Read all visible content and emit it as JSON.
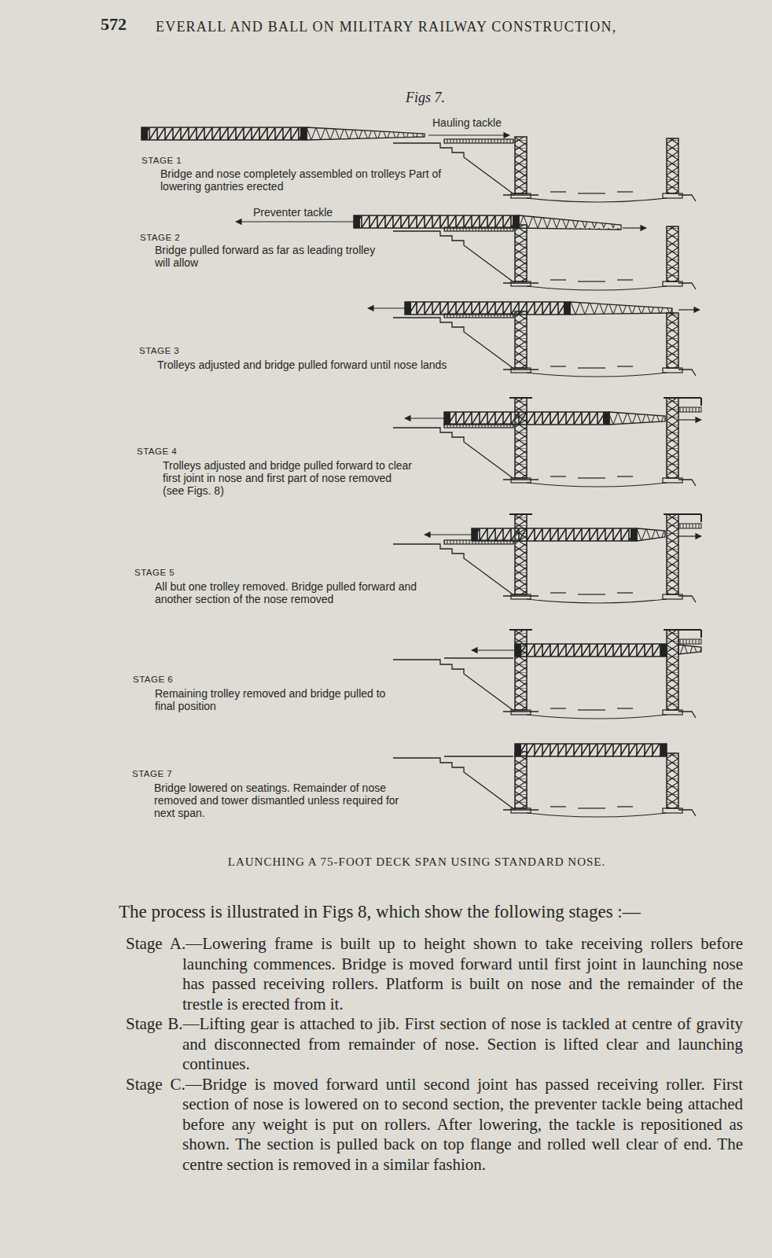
{
  "diagram": {
    "title": "EVERALL AND BALL ON MILITARY RAILWAY CONSTRUCTION,",
    "caption": "LAUNCHING A 75-FOOT DECK SPAN USING STANDARD NOSE.",
    "labels": [
      "572",
      "Figs 7.",
      "Hauling tackle",
      "STAGE 1",
      "Bridge and nose completely assembled on trolleys Part of lowering gantries erected",
      "Preventer tackle",
      "STAGE 2",
      "Bridge pulled forward as far as leading trolley will allow",
      "STAGE 3",
      "Trolleys adjusted and bridge pulled forward until nose lands",
      "STAGE 4",
      "Trolleys adjusted and bridge pulled forward to clear first joint in nose and first part of nose removed (see Figs. 8)",
      "STAGE 5",
      "All but one trolley removed. Bridge pulled forward and another section of the nose removed",
      "STAGE 6",
      "Remaining trolley removed and bridge pulled to final position",
      "STAGE 7",
      "Bridge lowered on seatings. Remainder of nose removed and tower dismantled unless required for next span.",
      "The process is illustrated in Figs 8, which show the following stages :—",
      "Stage A.—Lowering frame is built up to height shown to take receiving rollers before launching commences. Bridge is moved forward until first joint in launching nose has passed receiving rollers. Platform is built on nose and the remainder of the trestle is erected from it.",
      "Stage B.—Lifting gear is attached to jib. First section of nose is tackled at centre of gravity and disconnected from remainder of nose. Section is lifted clear and launching continues.",
      "Stage C.—Bridge is moved forward until second joint has passed receiving roller. First section of nose is lowered on to second section, the preventer tackle being attached before any weight is put on rollers. After lowering, the tackle is repositioned as shown. The section is pulled back on top flange and rolled well clear of end. The centre section is removed in a similar fashion."
    ]
  }
}
